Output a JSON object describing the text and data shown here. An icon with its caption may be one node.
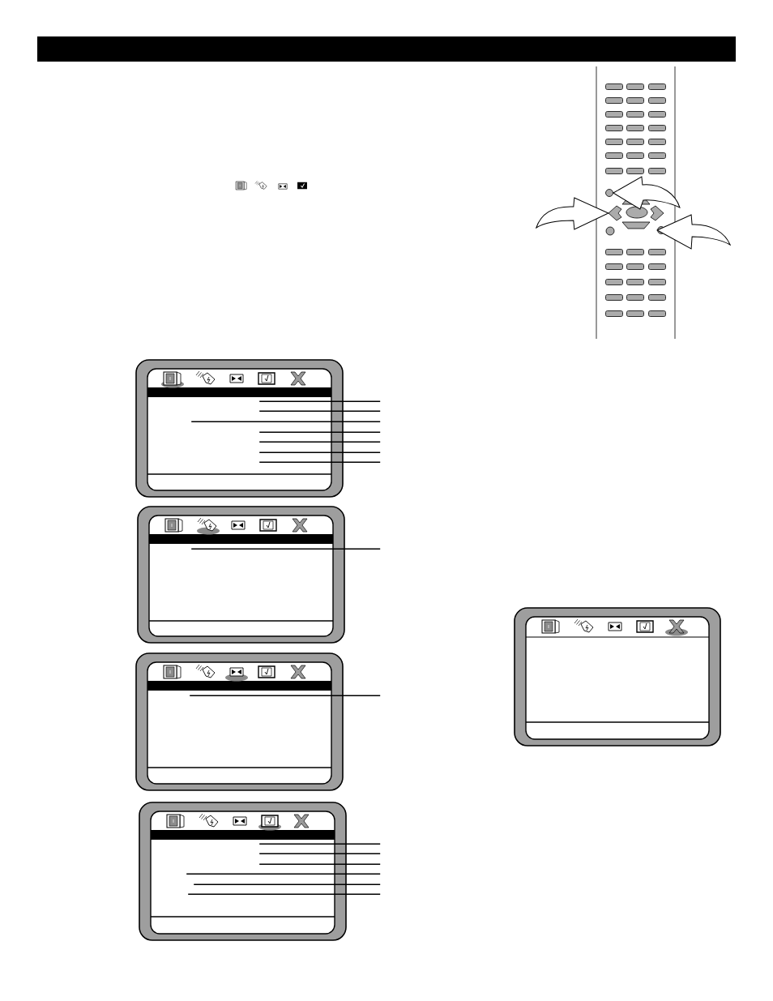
{
  "diagram": {
    "nodes": [
      {
        "text": [],
        "shape": "circle"
      },
      {
        "text": [],
        "shape": "diamond"
      },
      {
        "text": [],
        "shape": "circle"
      },
      {
        "text": [],
        "shape": "box"
      },
      {
        "text": [],
        "shape": "box"
      },
      {
        "text": [],
        "shape": "box"
      },
      {
        "text": [],
        "shape": "box"
      },
      {
        "text": [],
        "shape": "box"
      }
    ],
    "edges": [
      {
        "from": null,
        "to": 0,
        "arrow": "to"
      },
      {
        "from": null,
        "to": 1,
        "arrow": "to"
      },
      {
        "from": null,
        "to": 2,
        "arrow": "to"
      },
      {
        "from": 3,
        "to": null,
        "arrow": "none"
      },
      {
        "from": 3,
        "to": null,
        "arrow": "none"
      },
      {
        "from": 3,
        "to": null,
        "arrow": "none"
      },
      {
        "from": 3,
        "to": null,
        "arrow": "none"
      },
      {
        "from": 3,
        "to": null,
        "arrow": "none"
      },
      {
        "from": 3,
        "to": null,
        "arrow": "none"
      },
      {
        "from": 3,
        "to": null,
        "arrow": "none"
      },
      {
        "from": 4,
        "to": null,
        "arrow": "none"
      },
      {
        "from": 5,
        "to": null,
        "arrow": "none"
      },
      {
        "from": 6,
        "to": null,
        "arrow": "none"
      },
      {
        "from": 6,
        "to": null,
        "arrow": "none"
      },
      {
        "from": 6,
        "to": null,
        "arrow": "none"
      },
      {
        "from": 6,
        "to": null,
        "arrow": "none"
      },
      {
        "from": 6,
        "to": null,
        "arrow": "none"
      },
      {
        "from": 6,
        "to": null,
        "arrow": "none"
      }
    ]
  }
}
